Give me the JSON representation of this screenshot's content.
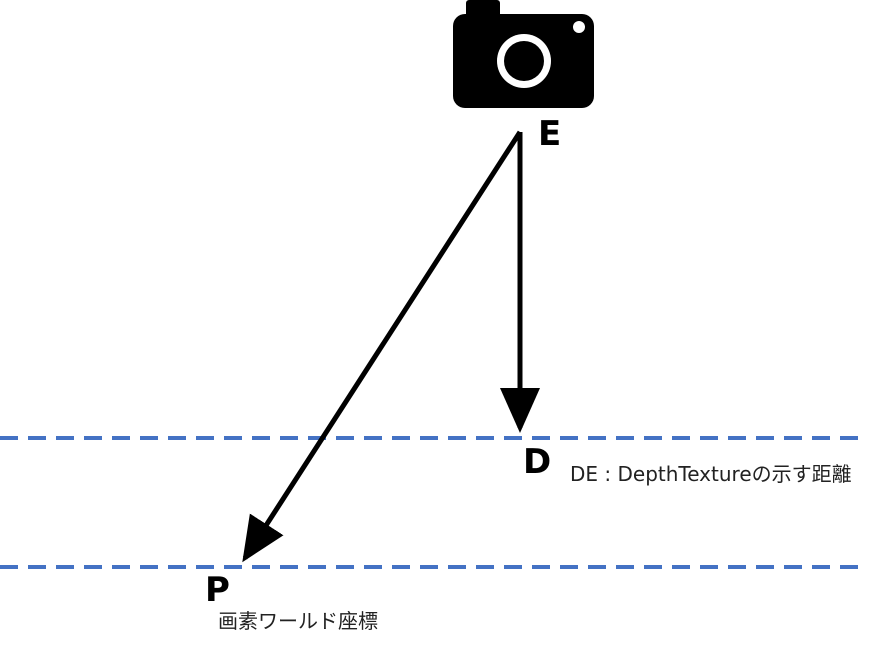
{
  "labels": {
    "eye": "E",
    "depth_point": "D",
    "pixel_point": "P"
  },
  "captions": {
    "depth_note": "DE : DepthTextureの示す距離",
    "pixel_note": "画素ワールド座標"
  },
  "icons": {
    "camera": "camera-icon"
  },
  "colors": {
    "arrows": "#000000",
    "dashed_lines": "#4472C4",
    "camera": "#000000"
  }
}
